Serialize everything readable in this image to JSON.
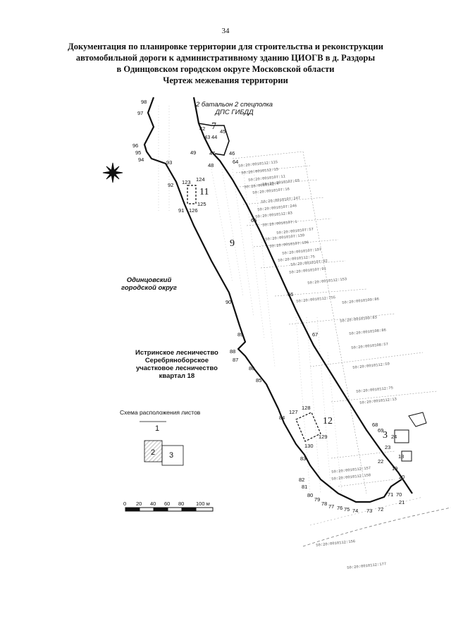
{
  "page_number": "34",
  "title_lines": [
    "Документация по планировке территории для строительства и реконструкции",
    "автомобильной дороги к административному зданию ЦИОГВ в д. Раздоры",
    "в Одинцовском городском округе Московской области",
    "Чертеж межевания территории"
  ],
  "labels": {
    "gibdd": "2 батальон 2 спецполка\nДПС ГИБДД",
    "okrug": "Одинцовский\nгородской округ",
    "forestry": "Истринское лесничество\nСеребряноборское\nучастковое лесничество\nквартал 18"
  },
  "zones": [
    "7",
    "11",
    "9",
    "12",
    "3"
  ],
  "points": [
    "98",
    "97",
    "96",
    "95",
    "94",
    "93",
    "92",
    "123",
    "124",
    "125",
    "126",
    "91",
    "90",
    "89",
    "88",
    "87",
    "86",
    "85",
    "84",
    "127",
    "128",
    "129",
    "130",
    "83",
    "82",
    "81",
    "80",
    "79",
    "78",
    "77",
    "76",
    "75",
    "74",
    "73",
    "72",
    "71",
    "70",
    "21",
    "22",
    "23",
    "24",
    "18",
    "19",
    "20",
    "68",
    "69",
    "67",
    "66",
    "65",
    "64",
    "49",
    "48",
    "47",
    "46",
    "45",
    "44",
    "43",
    "42"
  ],
  "cadastral_numbers": [
    "50:20:0010112:115",
    "50:20:0010112:13",
    "50:20:0010107:11",
    "50:20:0010112:4",
    "50:20:0010107:69",
    "50:20:0010107:16",
    "50:20:0010107:247",
    "50:20:0010107:246",
    "50:20:0010112:83",
    "50:20:0010107:1",
    "50:20:0010107:57",
    "50:20:0010107:139",
    "50:20:0010107:196",
    "50:20:0010107:197",
    "50:20:0010112:75",
    "50:20:0010107:92",
    "50:20:0010107:91",
    "50:20:0010112:153",
    "50:20:0010112:755",
    "50:20:0010109:86",
    "50:20:0010109:83",
    "50:20:0010108:86",
    "50:20:0010108:57",
    "50:20:0010112:59",
    "50:20:0010112:75",
    "50:20:0010112:13",
    "50:20:0010112:157",
    "50:20:0010112:158",
    "50:20:0010112:156",
    "50:20:0010112:177"
  ],
  "layout_scheme": {
    "title": "Схема расположения листов",
    "sheets": [
      "1",
      "2",
      "3"
    ]
  },
  "scale_bar": {
    "ticks": [
      "0",
      "20",
      "40",
      "60",
      "80",
      "100 м"
    ]
  },
  "colors": {
    "line": "#111111",
    "hatch": "#999999"
  }
}
